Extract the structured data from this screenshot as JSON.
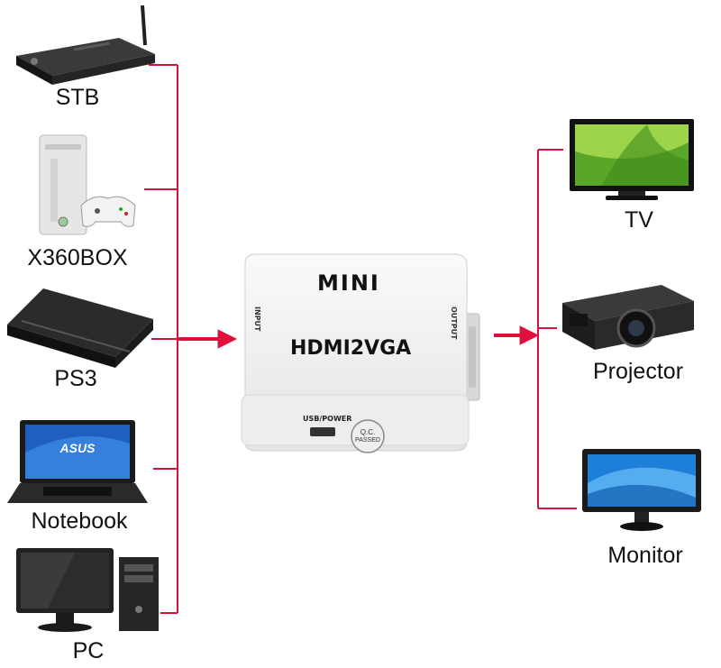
{
  "inputs": [
    {
      "label": "STB",
      "icon": "set-top-box-icon"
    },
    {
      "label": "X360BOX",
      "icon": "game-console-icon"
    },
    {
      "label": "PS3",
      "icon": "playstation-icon"
    },
    {
      "label": "Notebook",
      "icon": "laptop-icon"
    },
    {
      "label": "PC",
      "icon": "desktop-pc-icon"
    }
  ],
  "outputs": [
    {
      "label": "TV",
      "icon": "tv-icon"
    },
    {
      "label": "Projector",
      "icon": "projector-icon"
    },
    {
      "label": "Monitor",
      "icon": "monitor-icon"
    }
  ],
  "converter": {
    "brand": "MINI",
    "model": "HDMI2VGA",
    "input_port": "INPUT",
    "output_port": "OUTPUT",
    "power_port": "USB/POWER",
    "qc_line1": "Q.C.",
    "qc_line2": "PASSED",
    "icon": "converter-box-icon"
  },
  "colors": {
    "connector_line": "#d0143c",
    "arrow": "#e0103c",
    "box_body": "#f4f4f4"
  }
}
